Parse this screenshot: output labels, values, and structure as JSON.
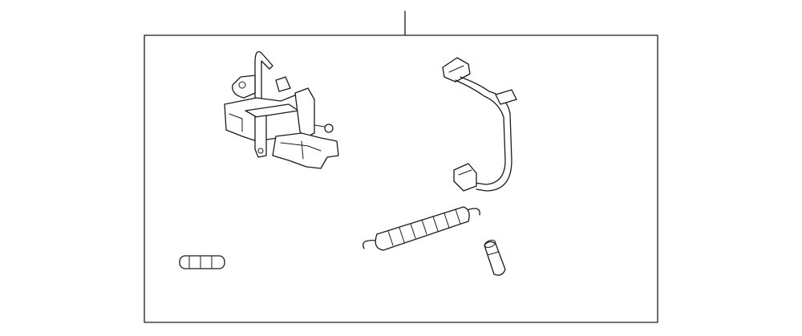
{
  "diagram": {
    "type": "exploded-parts-diagram",
    "labels": [],
    "parts": [
      {
        "name": "hood-latch-assembly",
        "icon": "latch-icon"
      },
      {
        "name": "release-cable-harness",
        "icon": "cable-icon"
      },
      {
        "name": "tension-spring",
        "icon": "spring-icon"
      },
      {
        "name": "small-bushing",
        "icon": "bushing-icon"
      },
      {
        "name": "short-pin",
        "icon": "pin-icon"
      }
    ],
    "colors": {
      "line": "#1a1a1a",
      "background": "#ffffff"
    }
  }
}
